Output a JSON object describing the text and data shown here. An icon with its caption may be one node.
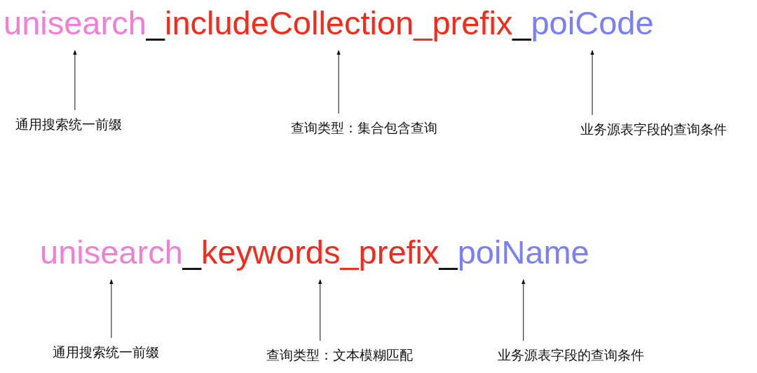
{
  "diagram": {
    "nodes": [
      {
        "text": [
          "unisearch"
        ]
      },
      {
        "text": [
          "includeCollection_prefix"
        ]
      },
      {
        "text": [
          "poiCode"
        ]
      },
      {
        "text": [
          "通用搜索统一前缀"
        ]
      },
      {
        "text": [
          "查询类型：集合包含查询"
        ]
      },
      {
        "text": [
          "业务源表字段的查询条件"
        ]
      },
      {
        "text": [
          "unisearch"
        ]
      },
      {
        "text": [
          "keywords_prefix"
        ]
      },
      {
        "text": [
          "poiName"
        ]
      },
      {
        "text": [
          "通用搜索统一前缀"
        ]
      },
      {
        "text": [
          "查询类型：文本模糊匹配"
        ]
      },
      {
        "text": [
          "业务源表字段的查询条件"
        ]
      }
    ],
    "edges": [
      {
        "from": 3,
        "to": 0,
        "arrow": "to"
      },
      {
        "from": 4,
        "to": 1,
        "arrow": "to"
      },
      {
        "from": 5,
        "to": 2,
        "arrow": "to"
      },
      {
        "from": 9,
        "to": 6,
        "arrow": "to"
      },
      {
        "from": 10,
        "to": 7,
        "arrow": "to"
      },
      {
        "from": 11,
        "to": 8,
        "arrow": "to"
      }
    ],
    "labels": [
      "_",
      "_",
      "_",
      "_"
    ]
  }
}
